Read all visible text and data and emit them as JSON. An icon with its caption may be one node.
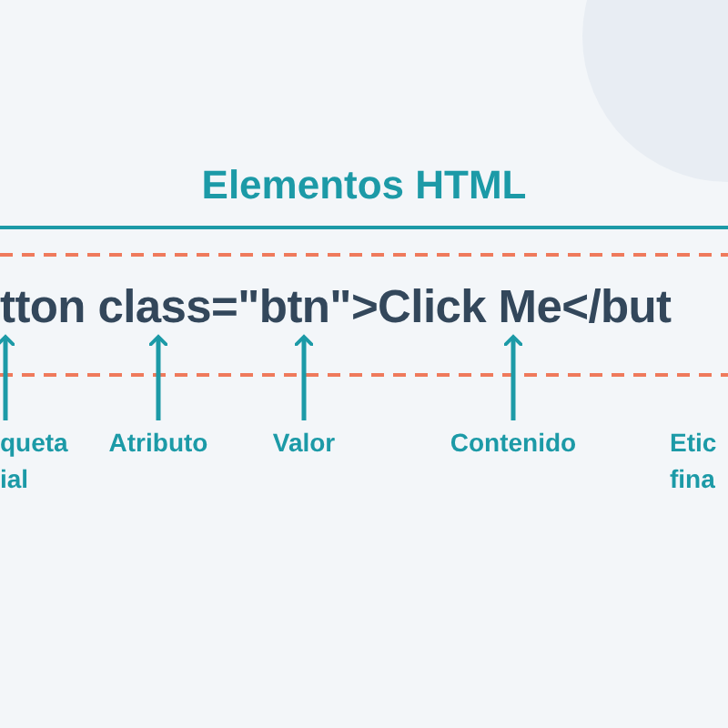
{
  "diagram": {
    "title": "Elementos HTML",
    "nodes": [
      {
        "text": [
          "tton class=\"btn\">Click Me</but"
        ]
      },
      {
        "text": [
          "queta ial"
        ]
      },
      {
        "text": [
          "Atributo"
        ]
      },
      {
        "text": [
          "Valor"
        ]
      },
      {
        "text": [
          "Contenido"
        ]
      },
      {
        "text": [
          "Etic fina"
        ]
      }
    ],
    "edges": [
      {
        "from": 1,
        "to": 0,
        "arrow": "to"
      },
      {
        "from": 2,
        "to": 0,
        "arrow": "to"
      },
      {
        "from": 3,
        "to": 0,
        "arrow": "to"
      },
      {
        "from": 4,
        "to": 0,
        "arrow": "to"
      }
    ]
  }
}
